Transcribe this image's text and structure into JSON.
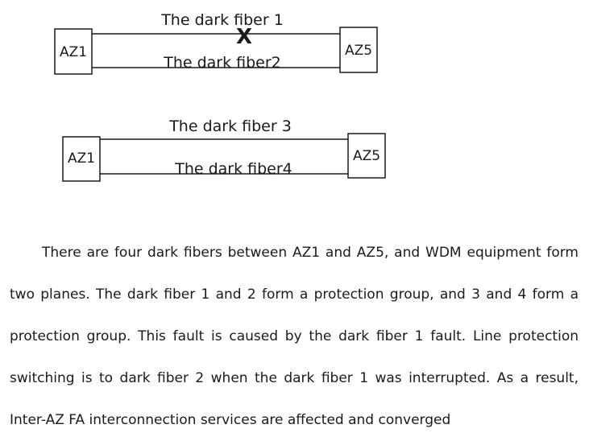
{
  "diagram": {
    "plane1": {
      "left_node": "AZ1",
      "right_node": "AZ5",
      "fiber_top": "The dark fiber 1",
      "fiber_bottom": "The dark fiber2",
      "fault_marker": "X"
    },
    "plane2": {
      "left_node": "AZ1",
      "right_node": "AZ5",
      "fiber_top": "The dark fiber 3",
      "fiber_bottom": "The dark fiber4"
    }
  },
  "description": "There are four dark fibers between AZ1 and AZ5, and WDM equipment form two planes. The dark fiber 1 and 2 form a protection group, and 3 and 4 form a protection group. This fault is caused by the dark fiber 1 fault. Line protection switching is to dark fiber 2 when the dark fiber 1 was interrupted. As a result, Inter-AZ FA interconnection services are affected and converged",
  "colors": {
    "fault": "#e02020",
    "line": "#1a1a1a"
  }
}
